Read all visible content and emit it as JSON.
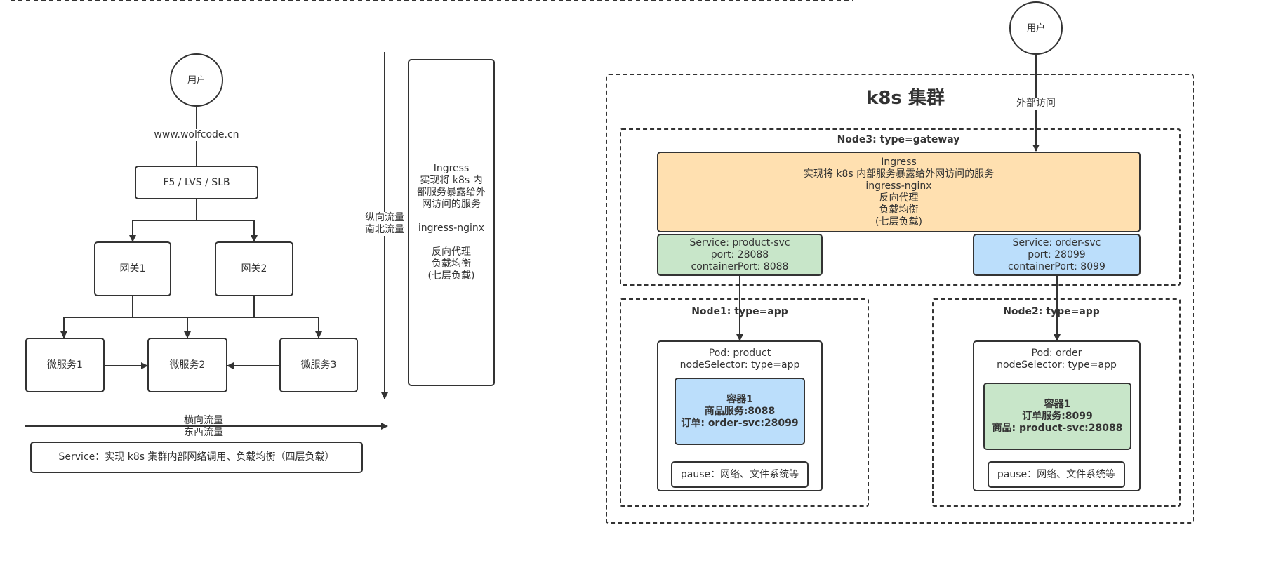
{
  "left": {
    "user": "用户",
    "domain": "www.wolfcode.cn",
    "lb": "F5 / LVS / SLB",
    "gateway1": "网关1",
    "gateway2": "网关2",
    "ms1": "微服务1",
    "ms2": "微服务2",
    "ms3": "微服务3",
    "vertical_flow": "纵向流量\n南北流量",
    "horizontal_flow": "横向流量\n东西流量",
    "ingress_panel": "Ingress\n实现将 k8s 内\n部服务暴露给外\n网访问的服务\n\ningress-nginx\n\n反向代理\n负载均衡\n(七层负载)",
    "service_desc": "Service：实现 k8s 集群内部网络调用、负载均衡（四层负载）"
  },
  "right": {
    "user": "用户",
    "external_access": "外部访问",
    "cluster_title": "k8s 集群",
    "node3_title": "Node3: type=gateway",
    "ingress_box": "Ingress\n实现将 k8s 内部服务暴露给外网访问的服务\ningress-nginx\n反向代理\n负载均衡\n(七层负载)",
    "svc_product": "Service: product-svc\nport: 28088\ncontainerPort: 8088",
    "svc_order": "Service: order-svc\nport: 28099\ncontainerPort: 8099",
    "node1_title": "Node1: type=app",
    "node2_title": "Node2: type=app",
    "pod_product": "Pod: product\nnodeSelector: type=app",
    "pod_order": "Pod: order\nnodeSelector: type=app",
    "container_product": "容器1\n商品服务:8088\n订单: order-svc:28099",
    "container_order": "容器1\n订单服务:8099\n商品: product-svc:28088",
    "pause_product": "pause：网络、文件系统等",
    "pause_order": "pause：网络、文件系统等"
  },
  "colors": {
    "line": "#333333",
    "ingress_fill": "#ffe0b0",
    "green_fill": "#c8e6c9",
    "blue_fill": "#bbdefb"
  }
}
